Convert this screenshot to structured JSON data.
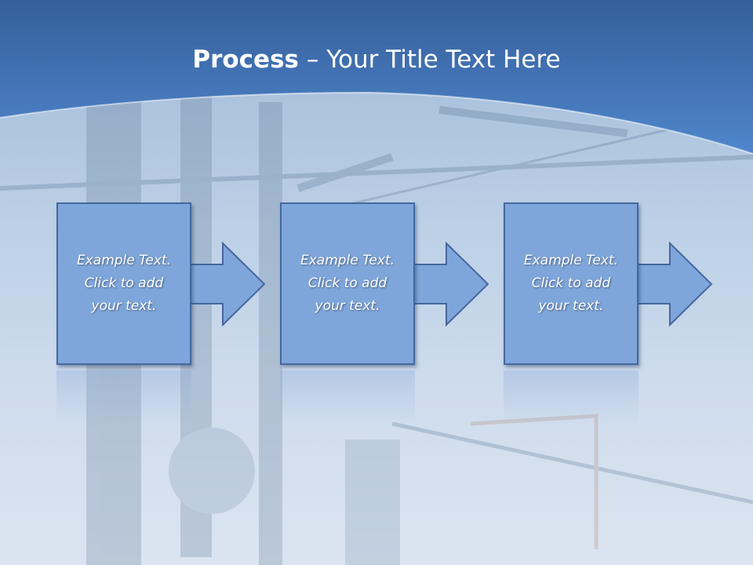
{
  "slide": {
    "title_bold": "Process",
    "title_rest": " – Your Title Text Here"
  },
  "steps": [
    {
      "line1": "Example Text.",
      "line2": "Click  to add",
      "line3": "your text."
    },
    {
      "line1": "Example Text.",
      "line2": "Click  to add",
      "line3": "your text."
    },
    {
      "line1": "Example Text.",
      "line2": "Click  to add",
      "line3": "your text."
    }
  ],
  "colors": {
    "header_blue": "#3f6fae",
    "box_fill": "#7fa6da",
    "box_border": "#45679e",
    "text": "#ffffff"
  }
}
